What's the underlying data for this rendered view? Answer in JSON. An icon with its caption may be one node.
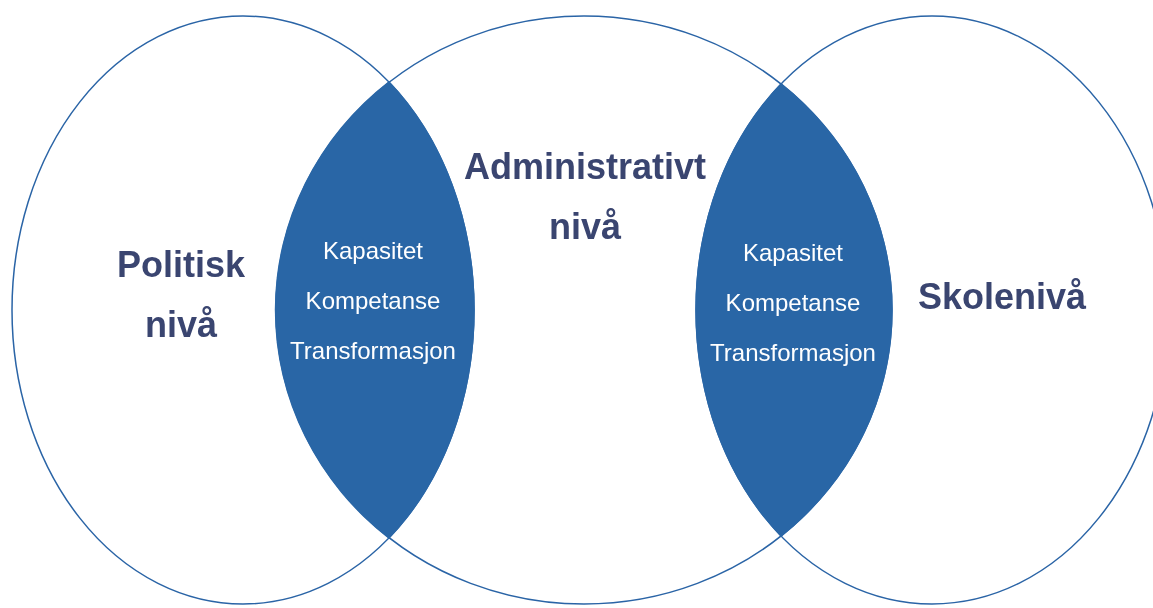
{
  "diagram": {
    "nodes": [
      {
        "text": [
          "Politisk nivå"
        ]
      },
      {
        "text": [
          "Administrativt nivå"
        ]
      },
      {
        "text": [
          "Skolenivå"
        ]
      },
      {
        "text": [
          "Kapasitet",
          "Kompetanse",
          "Transformasjon"
        ]
      },
      {
        "text": [
          "Kapasitet",
          "Kompetanse",
          "Transformasjon"
        ]
      }
    ]
  }
}
